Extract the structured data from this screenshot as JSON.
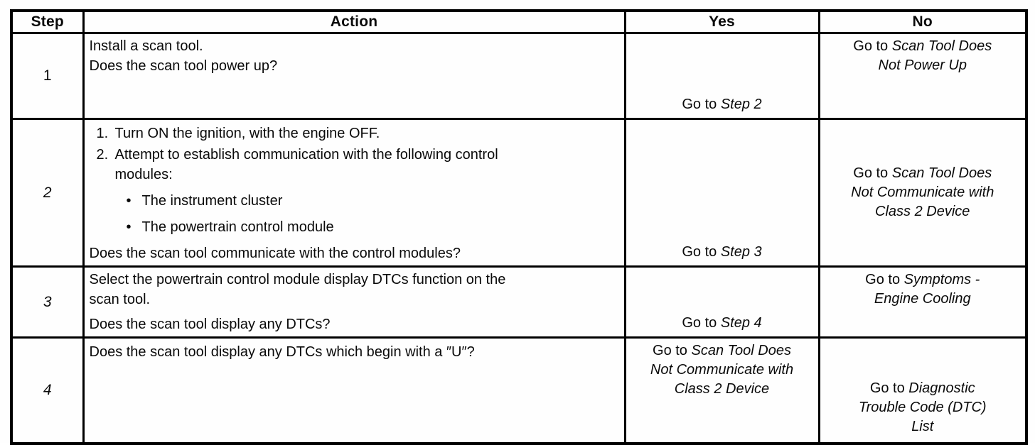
{
  "table": {
    "headers": {
      "step": "Step",
      "action": "Action",
      "yes": "Yes",
      "no": "No"
    },
    "rows": [
      {
        "step": "1",
        "action": {
          "lines": [
            "Install a scan tool.",
            "Does the scan tool power up?"
          ]
        },
        "yes": {
          "prefix": "Go to",
          "target_lines": [
            "Step 2"
          ]
        },
        "no": {
          "prefix": "Go to",
          "target_lines": [
            "Scan Tool Does",
            "Not Power Up"
          ]
        }
      },
      {
        "step": "2",
        "action": {
          "numbered": [
            {
              "num": "1.",
              "text": "Turn ON the ignition, with the engine OFF."
            },
            {
              "num": "2.",
              "text": "Attempt to establish communication with the following control modules:"
            }
          ],
          "bullet_char": "•",
          "bullets": [
            "The instrument cluster",
            "The powertrain control module"
          ],
          "question": "Does the scan tool communicate with the control modules?"
        },
        "yes": {
          "prefix": "Go to",
          "target_lines": [
            "Step 3"
          ]
        },
        "no": {
          "prefix": "Go to",
          "target_lines": [
            "Scan Tool Does",
            "Not Communicate with",
            "Class 2 Device"
          ]
        }
      },
      {
        "step": "3",
        "action": {
          "paragraph": "Select the powertrain control module display DTCs function on the scan tool.",
          "question": "Does the scan tool display any DTCs?"
        },
        "yes": {
          "prefix": "Go to",
          "target_lines": [
            "Step 4"
          ]
        },
        "no": {
          "prefix": "Go to",
          "target_lines": [
            "Symptoms -",
            "Engine Cooling"
          ]
        }
      },
      {
        "step": "4",
        "action": {
          "question": "Does the scan tool display any DTCs which begin with a ″U″?"
        },
        "yes": {
          "prefix": "Go to",
          "target_lines": [
            "Scan Tool Does",
            "Not Communicate with",
            "Class 2 Device"
          ]
        },
        "no": {
          "prefix": "Go to",
          "target_lines": [
            "Diagnostic",
            "Trouble Code (DTC)",
            "List"
          ]
        }
      }
    ]
  }
}
